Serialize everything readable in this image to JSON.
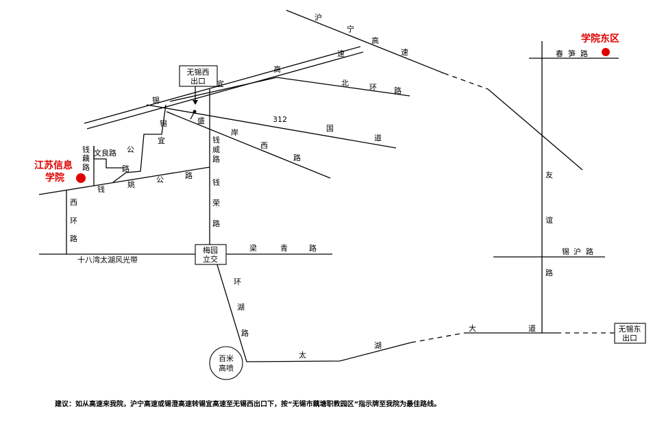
{
  "campuses": {
    "main_line1": "江苏信息",
    "main_line2": "学院",
    "east": "学院东区",
    "marker_color": "#e00000"
  },
  "exits": {
    "west_line1": "无锡西",
    "west_line2": "出口",
    "east_line1": "无锡东",
    "east_line2": "出口"
  },
  "interchange": {
    "line1": "梅园",
    "line2": "立交"
  },
  "landmark": {
    "line1": "百米",
    "line2": "高喷"
  },
  "roads": {
    "huning_expressway": [
      "沪",
      "宁",
      "高",
      "速"
    ],
    "xiyi_expressway": [
      "锡",
      "锡",
      "宜",
      "高",
      "速"
    ],
    "beihuan_road": [
      "北",
      "环",
      "路"
    ],
    "guodao_312": [
      "312",
      "国",
      "道"
    ],
    "shengan_xi_road": [
      "盛",
      "岸",
      "西",
      "路"
    ],
    "qianweiroad": [
      "钱",
      "威",
      "路"
    ],
    "qianrongroad": [
      "钱",
      "荣",
      "路"
    ],
    "qianouroad": [
      "钱",
      "藕",
      "路"
    ],
    "wenliang_road": "文良路",
    "yigong_road": [
      "宜",
      "公",
      "路"
    ],
    "qianyaogong_road": [
      "钱",
      "姚",
      "公",
      "路"
    ],
    "xihuan_road": [
      "西",
      "环",
      "路"
    ],
    "scenic_belt": "十八湾太湖风光带",
    "liangji_road": [
      "梁",
      "青",
      "路"
    ],
    "huanhu_road": [
      "环",
      "湖",
      "路"
    ],
    "taihu_avenue": [
      "太",
      "湖",
      "大",
      "道"
    ],
    "chunsun_road": [
      "春",
      "笋",
      "路"
    ],
    "youyi_road": [
      "友",
      "谊",
      "路"
    ],
    "xihu_road": [
      "锡",
      "沪",
      "路"
    ]
  },
  "footer_note": "建议：如从高速来我院，沪宁高速或锡澄高速转锡宜高速至无锡西出口下，按“无锡市藕塘职教园区”指示牌至我院为最佳路线。"
}
